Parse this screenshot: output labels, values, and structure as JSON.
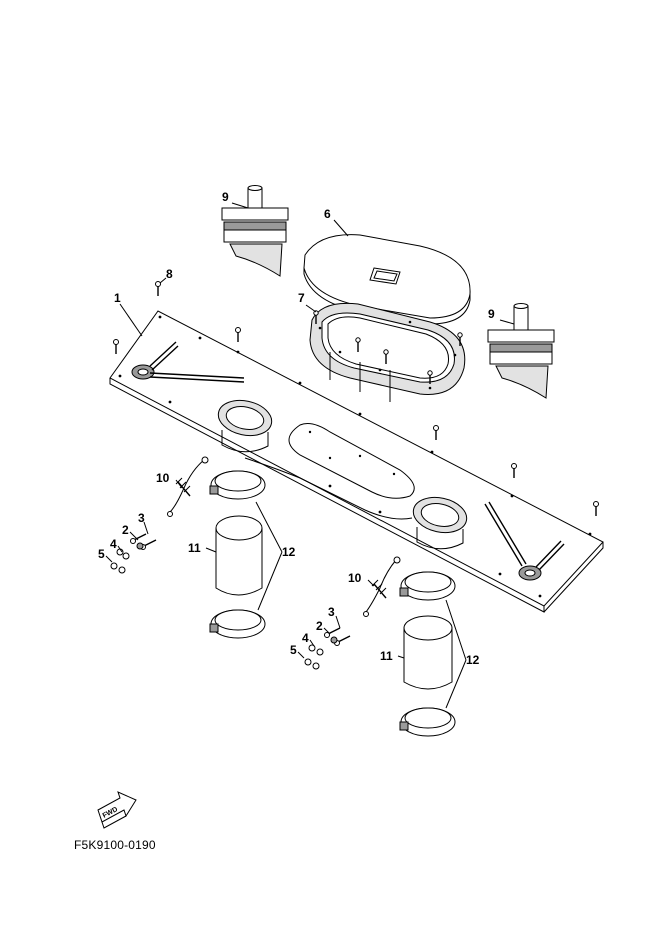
{
  "diagram": {
    "code": "F5K9100-0190",
    "fwd_label": "FWD",
    "callouts": {
      "c1": "1",
      "c2a": "2",
      "c2b": "2",
      "c3a": "3",
      "c3b": "3",
      "c4a": "4",
      "c4b": "4",
      "c5a": "5",
      "c5b": "5",
      "c6": "6",
      "c7": "7",
      "c8": "8",
      "c9a": "9",
      "c9b": "9",
      "c10a": "10",
      "c10b": "10",
      "c11a": "11",
      "c11b": "11",
      "c12a": "12",
      "c12b": "12"
    }
  }
}
